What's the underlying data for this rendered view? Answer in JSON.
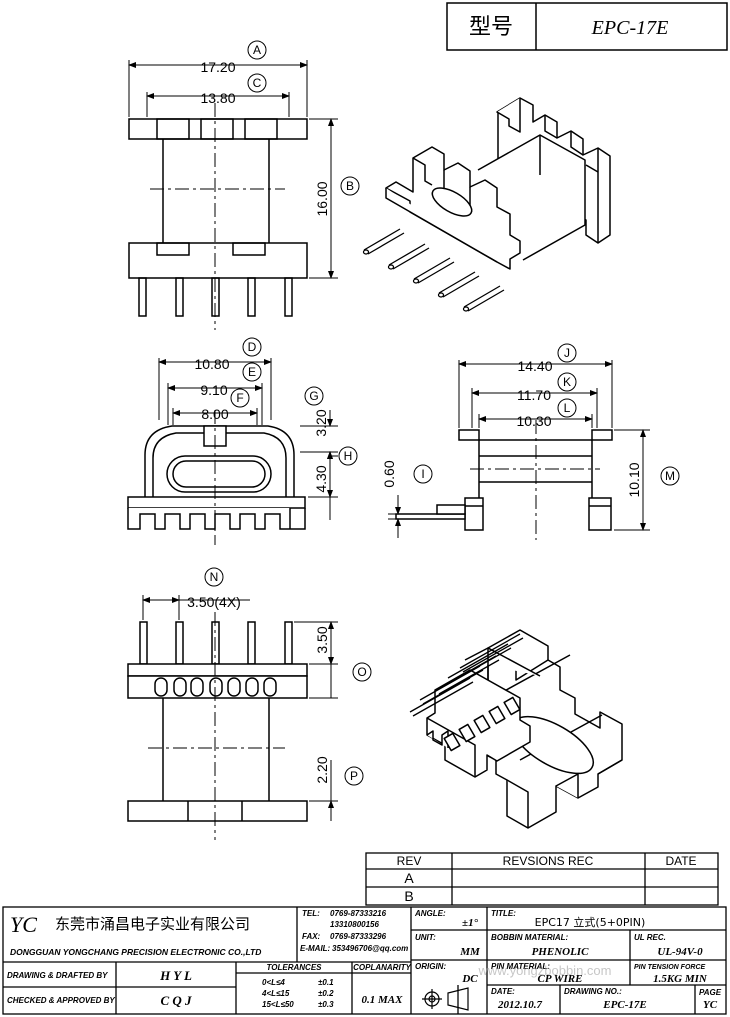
{
  "title_block": {
    "model_label": "型号",
    "model_value": "EPC-17E",
    "logo": "YC",
    "company_cn": "东莞市涌昌电子实业有限公司",
    "company_en": "DONGGUAN YONGCHANG PRECISION ELECTRONIC CO.,LTD",
    "tel_label": "TEL:",
    "tel_value": "0769-87333216",
    "tel_value2": "13310800156",
    "fax_label": "FAX:",
    "fax_value": "0769-87333296",
    "email_label": "E-MAIL:",
    "email_value": "353496706@qq.com",
    "drawn_label": "DRAWING & DRAFTED BY",
    "drawn_value": "H Y L",
    "checked_label": "CHECKED & APPROVED BY",
    "checked_value": "C Q J",
    "tolerances_label": "TOLERANCES",
    "tol_rows": [
      {
        "range": "0<L≤4",
        "tol": "±0.1"
      },
      {
        "range": "4<L≤15",
        "tol": "±0.2"
      },
      {
        "range": "15<L≤50",
        "tol": "±0.3"
      }
    ],
    "coplanarity_label": "COPLANARITY",
    "coplanarity_value": "0.1 MAX",
    "angle_label": "ANGLE:",
    "angle_value": "±1°",
    "unit_label": "UNIT:",
    "unit_value": "MM",
    "origin_label": "ORIGIN:",
    "origin_value": "DC",
    "title_label": "TITLE:",
    "title_value": "EPC17 立式(5+0PIN)",
    "bobbin_label": "BOBBIN MATERIAL:",
    "bobbin_value": "PHENOLIC",
    "ulrec_label": "UL REC.",
    "ulrec_value": "UL-94V-0",
    "pin_label": "PIN MATERIAL:",
    "pin_value": "CP WIRE",
    "pin_tension_label": "PIN TENSION FORCE",
    "pin_tension_value": "1.5KG MIN",
    "date_label": "DATE:",
    "date_value": "2012.10.7",
    "drawing_label": "DRAWING NO.:",
    "drawing_value": "EPC-17E",
    "page_label": "PAGE",
    "page_value": "YC",
    "watermark": "www.yongzbobbin.com"
  },
  "revisions": {
    "rev_header": "REV",
    "rec_header": "REVSIONS REC",
    "date_header": "DATE",
    "rows": [
      "A",
      "B"
    ]
  },
  "dimensions": {
    "A": "17.20",
    "C": "13.80",
    "B": "16.00",
    "D": "10.80",
    "E": "9.10",
    "F": "8.00",
    "G": "3.20",
    "H": "4.30",
    "J": "14.40",
    "K": "11.70",
    "L": "10.30",
    "I": "0.60",
    "M": "10.10",
    "N": "3.50(4X)",
    "O": "3.50",
    "P": "2.20"
  },
  "labels": [
    "A",
    "B",
    "C",
    "D",
    "E",
    "F",
    "G",
    "H",
    "I",
    "J",
    "K",
    "L",
    "M",
    "N",
    "O",
    "P"
  ]
}
